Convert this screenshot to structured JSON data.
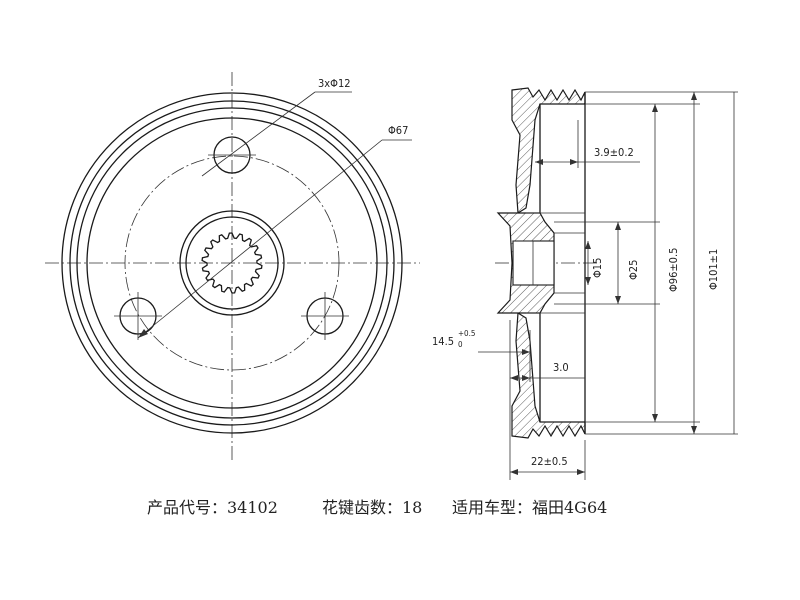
{
  "labels": {
    "holes": "3xΦ12",
    "pcd": "Φ67",
    "groove_depth": "3.9±0.2",
    "width_tol": "14.5",
    "width_tol_sup": "+0.5",
    "width_tol_sub": "0",
    "offset": "3.0",
    "bore": "Φ15",
    "hub": "Φ25",
    "outer96": "Φ96±0.5",
    "outer101": "Φ101±1",
    "width": "22±0.5"
  },
  "caption": {
    "part_no": "产品代号：34102",
    "spline_teeth": "花键齿数：18",
    "vehicle": "适用车型：福田4G64"
  }
}
